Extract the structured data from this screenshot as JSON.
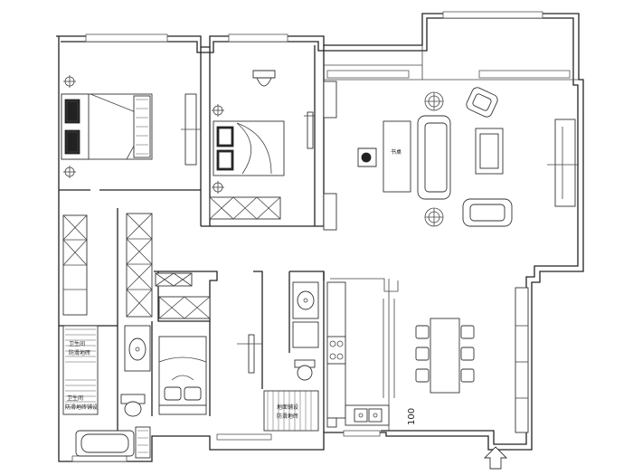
{
  "plan": {
    "dimension_label": "100",
    "desk_text": "书桌",
    "bath_upper_text_1": "卫生间",
    "bath_upper_text_2": "防滑地砖",
    "bath_lower_text_1": "卫生间",
    "bath_lower_text_2": "防滑地砖铺设",
    "balcony_tile_text_1": "地面铺设",
    "balcony_tile_text_2": "防滑地砖"
  }
}
